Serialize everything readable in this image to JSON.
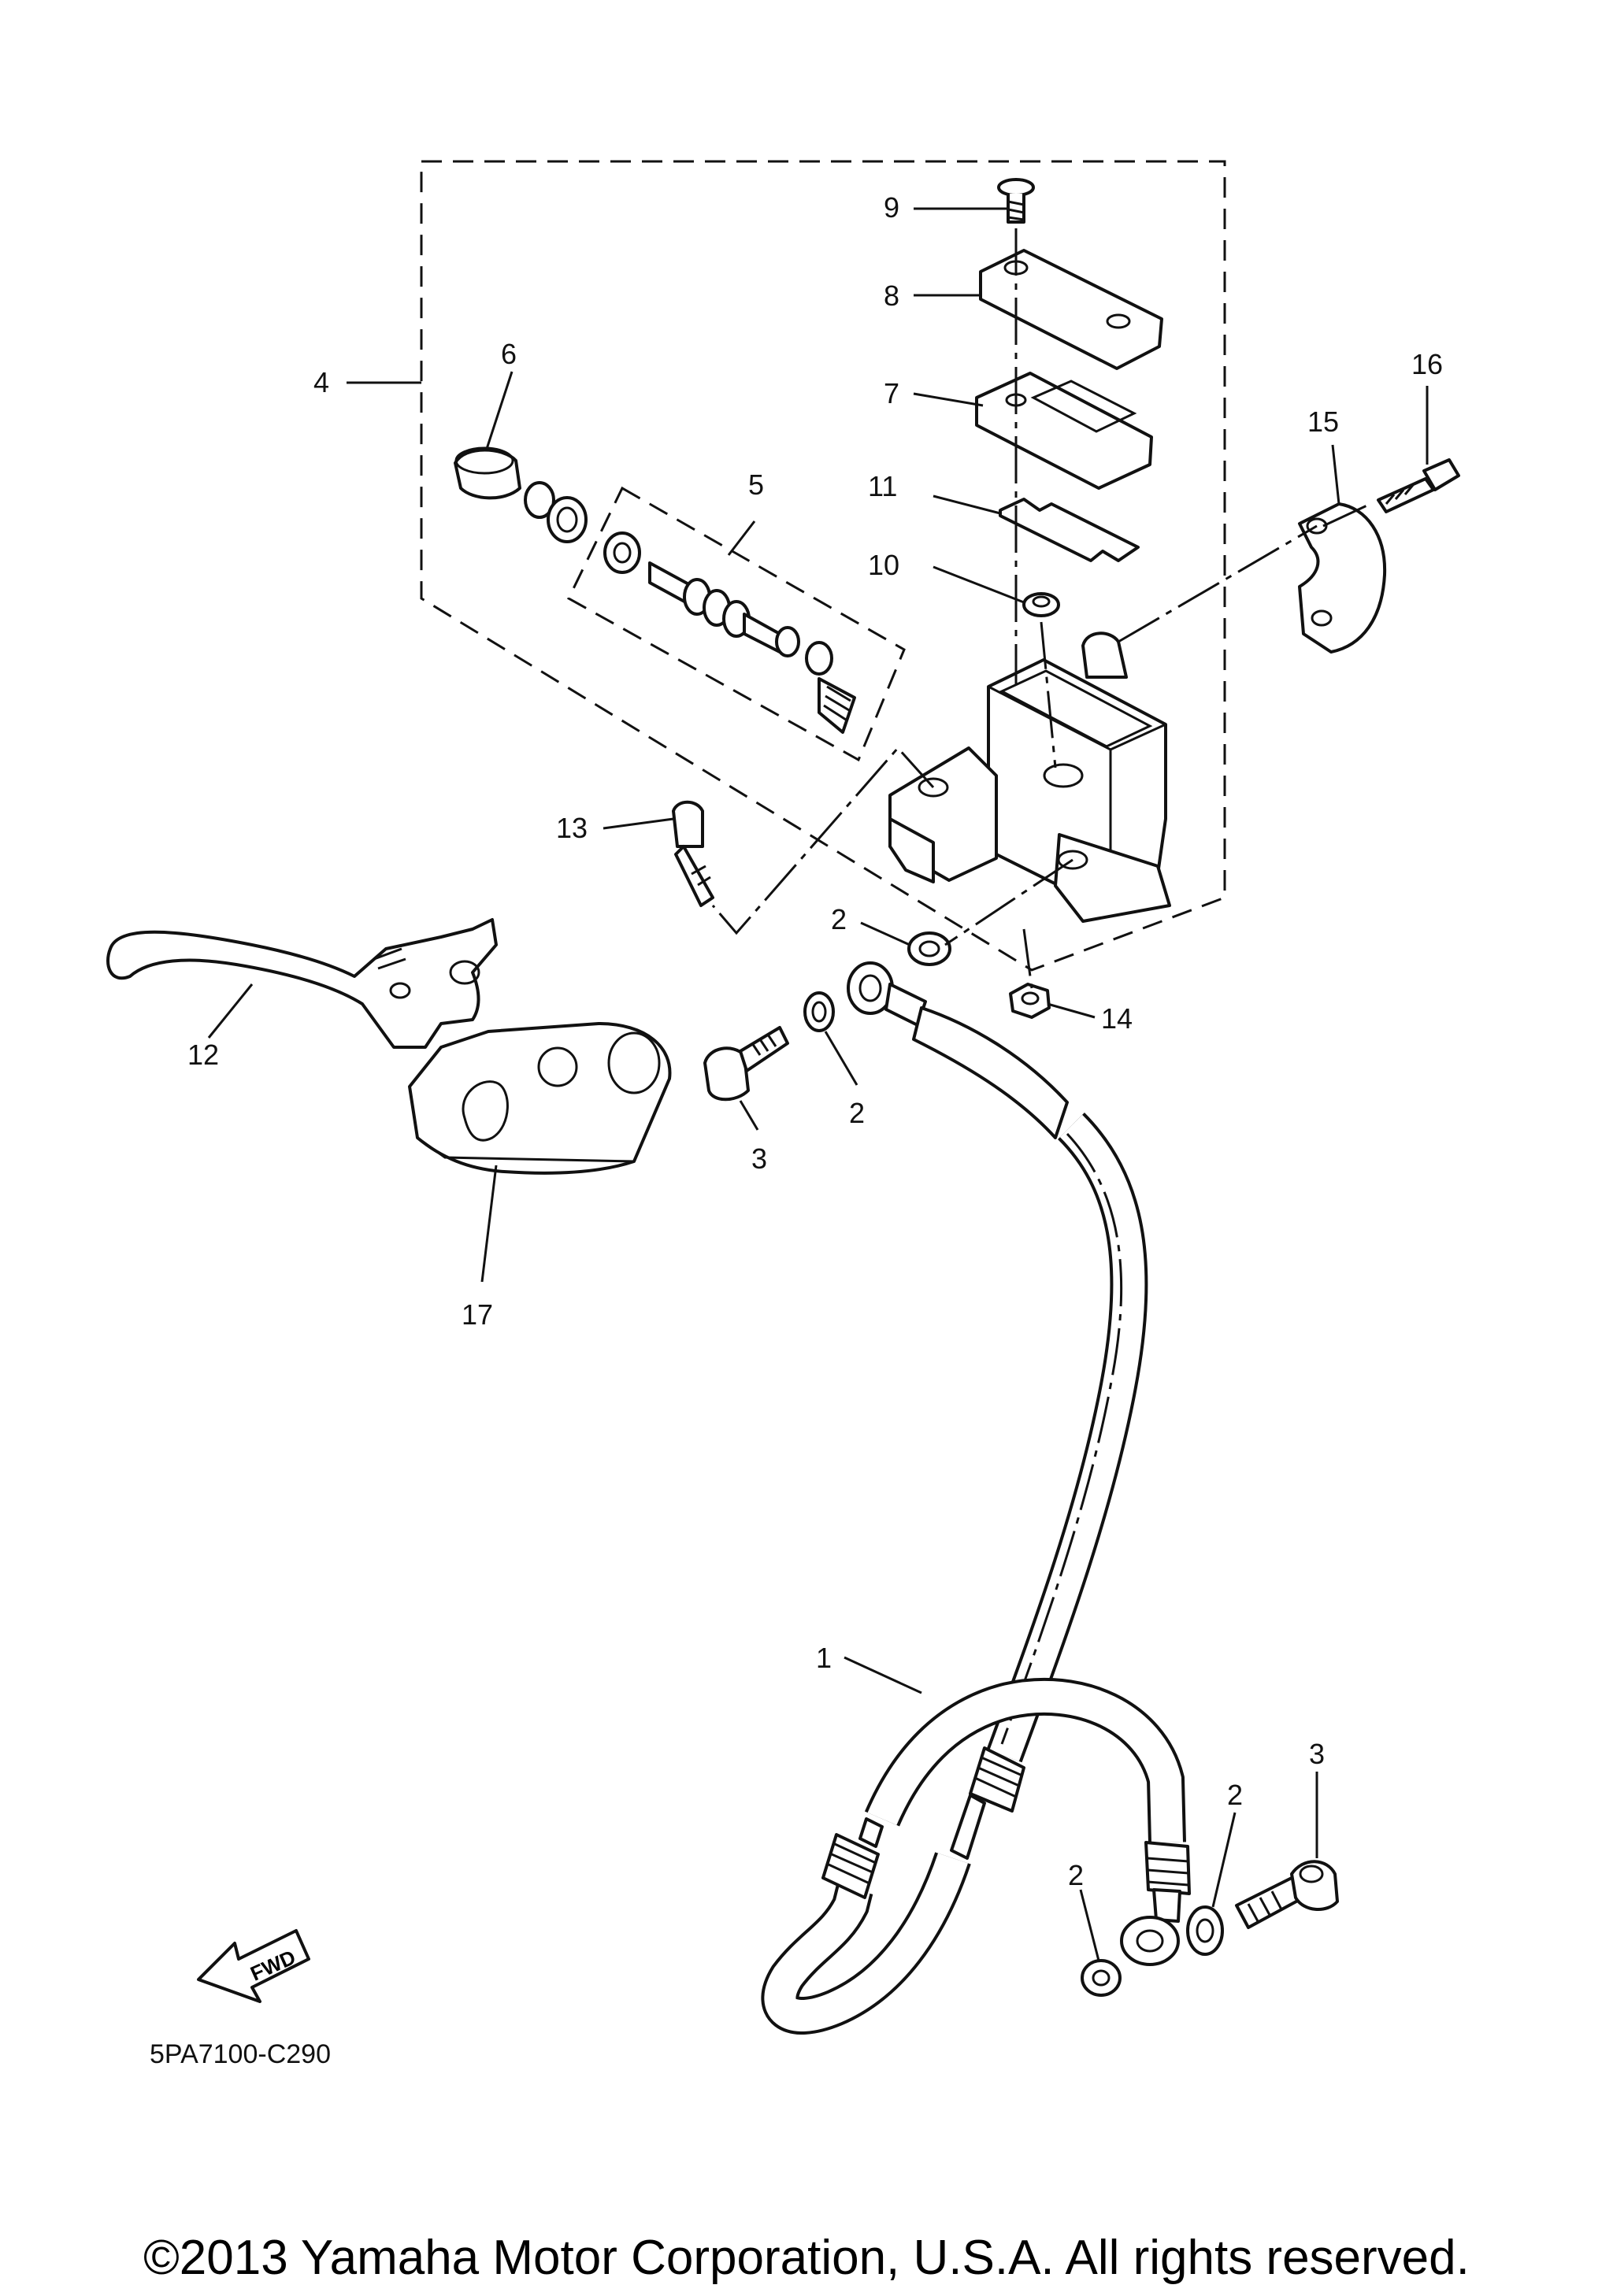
{
  "diagram": {
    "callouts": {
      "c1": "1",
      "c2a": "2",
      "c2b": "2",
      "c2c": "2",
      "c2d": "2",
      "c3a": "3",
      "c3b": "3",
      "c4": "4",
      "c5": "5",
      "c6": "6",
      "c7": "7",
      "c8": "8",
      "c9": "9",
      "c10": "10",
      "c11": "11",
      "c12": "12",
      "c13": "13",
      "c14": "14",
      "c15": "15",
      "c16": "16",
      "c17": "17"
    },
    "fwd_label": "FWD",
    "diagram_code": "5PA7100-C290",
    "copyright": "©2013 Yamaha Motor Corporation, U.S.A. All rights reserved."
  }
}
